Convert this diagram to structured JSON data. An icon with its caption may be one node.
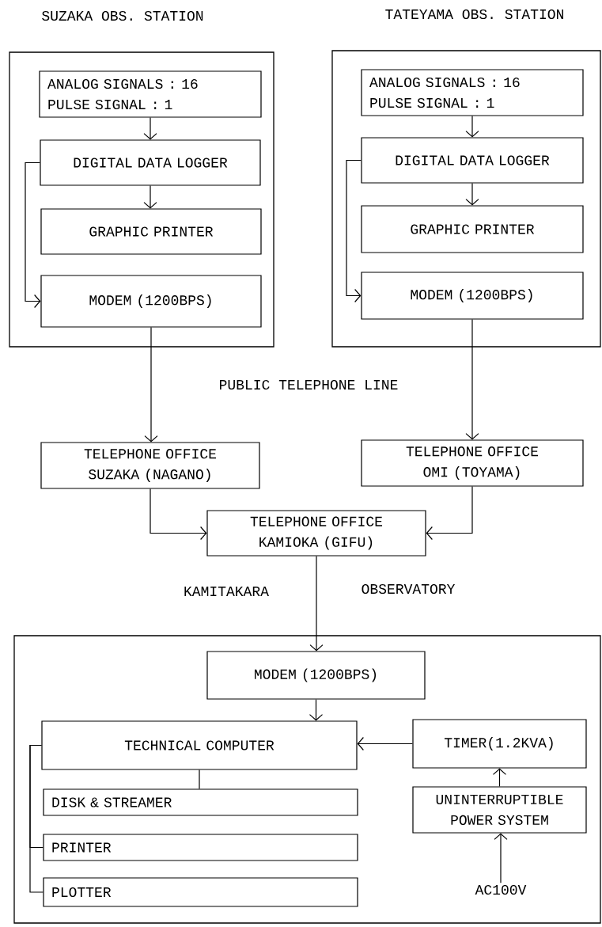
{
  "diagram": {
    "nodes": [
      {
        "text": [
          "SUZAKA OBS. STATION"
        ]
      },
      {
        "text": [
          "ANALOG SIGNALS : 16",
          "PULSE SIGNAL : 1"
        ],
        "in": 0
      },
      {
        "text": [
          "DIGITAL DATA LOGGER"
        ],
        "in": 0
      },
      {
        "text": [
          "GRAPHIC PRINTER"
        ],
        "in": 0
      },
      {
        "text": [
          "MODEM (1200BPS)"
        ],
        "in": 0
      },
      {
        "text": [
          "TATEYAMA OBS. STATION"
        ]
      },
      {
        "text": [
          "ANALOG SIGNALS : 16",
          "PULSE SIGNAL : 1"
        ],
        "in": 5
      },
      {
        "text": [
          "DIGITAL DATA LOGGER"
        ],
        "in": 5
      },
      {
        "text": [
          "GRAPHIC PRINTER"
        ],
        "in": 5
      },
      {
        "text": [
          "MODEM (1200BPS)"
        ],
        "in": 5
      },
      {
        "text": [
          "TELEPHONE OFFICE SUZAKA (NAGANO)"
        ]
      },
      {
        "text": [
          "TELEPHONE OFFICE OMI (TOYAMA)"
        ]
      },
      {
        "text": [
          "TELEPHONE OFFICE KAMIOKA (GIFU)"
        ]
      },
      {
        "text": [
          "KAMITAKARA",
          "OBSERVATORY"
        ]
      },
      {
        "text": [
          "MODEM (1200BPS)"
        ],
        "in": 13
      },
      {
        "text": [
          "TECHNICAL COMPUTER"
        ],
        "in": 13
      },
      {
        "text": [
          "DISK & STREAMER"
        ],
        "in": 13
      },
      {
        "text": [
          "PRINTER"
        ],
        "in": 13
      },
      {
        "text": [
          "PLOTTER"
        ],
        "in": 13
      },
      {
        "text": [
          "TIMER(1.2KVA)"
        ],
        "in": 13
      },
      {
        "text": [
          "UNINTERRUPTIBLE POWER SYSTEM"
        ],
        "in": 13
      },
      {
        "text": [
          "AC100V"
        ],
        "in": 13
      }
    ],
    "edges": [
      {
        "from": 1,
        "to": 2,
        "arrow": "to"
      },
      {
        "from": 2,
        "to": 3,
        "arrow": "to"
      },
      {
        "from": 2,
        "to": 4,
        "arrow": "to"
      },
      {
        "from": 4,
        "to": 10,
        "arrow": "to"
      },
      {
        "from": 6,
        "to": 7,
        "arrow": "to"
      },
      {
        "from": 7,
        "to": 8,
        "arrow": "to"
      },
      {
        "from": 7,
        "to": 9,
        "arrow": "to"
      },
      {
        "from": 9,
        "to": 11,
        "arrow": "to"
      },
      {
        "from": 10,
        "to": 12,
        "arrow": "to"
      },
      {
        "from": 11,
        "to": 12,
        "arrow": "to"
      },
      {
        "from": 12,
        "to": 14,
        "arrow": "to"
      },
      {
        "from": 14,
        "to": 15,
        "arrow": "to"
      },
      {
        "from": 19,
        "to": 15,
        "arrow": "to"
      },
      {
        "from": 20,
        "to": 19,
        "arrow": "to"
      },
      {
        "from": 21,
        "to": 20,
        "arrow": "to"
      },
      {
        "from": 15,
        "to": 16,
        "arrow": "none"
      },
      {
        "from": 15,
        "to": 17,
        "arrow": "none"
      },
      {
        "from": 15,
        "to": 18,
        "arrow": "none"
      }
    ],
    "labels": [
      "PUBLIC TELEPHONE LINE"
    ]
  }
}
